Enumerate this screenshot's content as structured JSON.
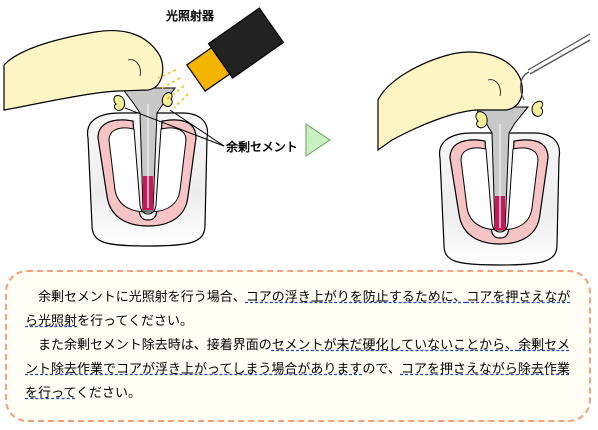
{
  "labels": {
    "light_device": "光照射器",
    "excess_cement": "余剰セメント"
  },
  "note": {
    "p1_a": "余剰セメントに光照射を行う場合、",
    "p1_b": "コアの浮き上がりを防止するために、",
    "p1_c": "コアを押さえながら光照射",
    "p1_d": "を行ってください。",
    "p2_a": "また余剰セメント除去時は、接着界面の",
    "p2_b": "セメントが未だ硬化していないことから、",
    "p2_c": "余剰セメント除去作業でコアが浮き上がってしまう場合があります",
    "p2_d": "ので、",
    "p2_e": "コアを押さえながら除去作業を行って",
    "p2_f": "ください。"
  },
  "colors": {
    "finger": "#fdf6c4",
    "tooth_outer": "#f6c4c4",
    "tooth_inner": "#ffffff",
    "core": "#c8c8c8",
    "cement_blob": "#f2ee9a",
    "canal_fill": "#d4145a",
    "light_tip": "#f4b400",
    "light_body": "#222222",
    "arrow": "#c8f0c0",
    "note_border": "#f2a27a",
    "underline": "#2244cc"
  }
}
